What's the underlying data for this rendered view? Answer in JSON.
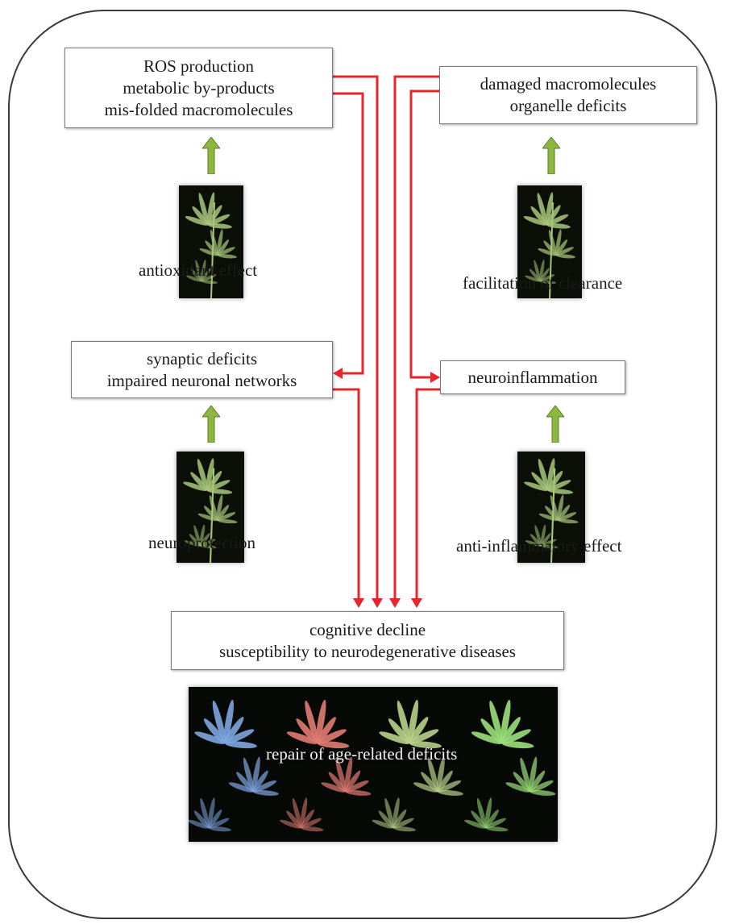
{
  "boxes": {
    "ros": {
      "line1": "ROS production",
      "line2": "metabolic by-products",
      "line3": "mis-folded macromolecules"
    },
    "damaged": {
      "line1": "damaged macromolecules",
      "line2": "organelle deficits"
    },
    "synaptic": {
      "line1": "synaptic deficits",
      "line2": "impaired neuronal networks"
    },
    "neuroinflammation": {
      "line1": "neuroinflammation"
    },
    "cognitive": {
      "line1": "cognitive decline",
      "line2": "susceptibility to neurodegenerative diseases"
    }
  },
  "effects": {
    "antioxidant": "antioxidant effect",
    "clearance": "facilitation of clearance",
    "neuroprotection": "neuroprotection",
    "anti_inflammatory": "anti-inflammatory effect"
  },
  "bottom_panel": {
    "caption": "repair of age-related deficits"
  },
  "colors": {
    "connector": "#e5262b",
    "up_arrow": "#8db83f",
    "frame": "#3a3a3a",
    "plant_panels": [
      "#7fa6e0",
      "#e07c72",
      "#b9d18a",
      "#9be07a"
    ]
  },
  "icons": {
    "plant": "cannabis-plant-photo",
    "arrow_up": "green-up-arrow",
    "arrow_down": "red-down-arrow",
    "arrow_left": "red-left-arrow"
  }
}
